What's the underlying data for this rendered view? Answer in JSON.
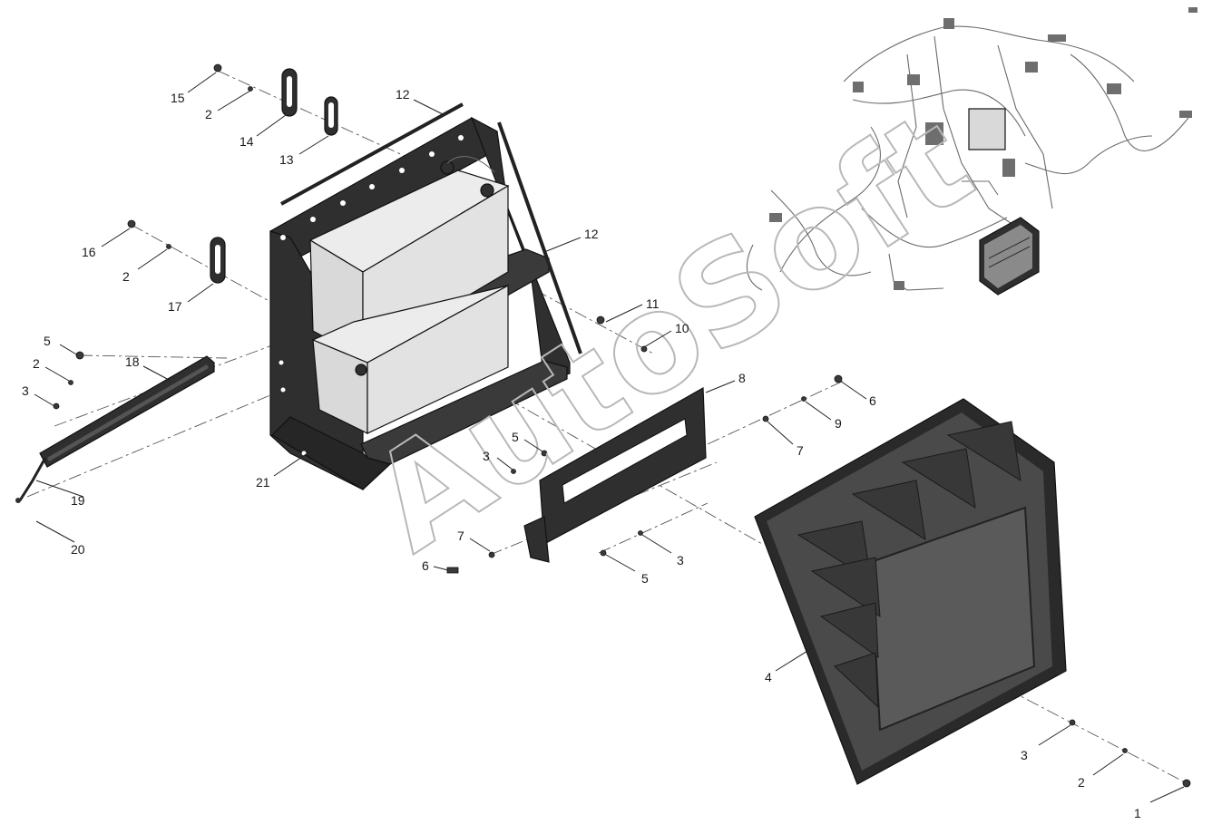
{
  "watermark": {
    "text": "AutoSoft"
  },
  "callouts": [
    {
      "id": "c15a",
      "label": "15"
    },
    {
      "id": "c2a",
      "label": "2"
    },
    {
      "id": "c14",
      "label": "14"
    },
    {
      "id": "c13",
      "label": "13"
    },
    {
      "id": "c12a",
      "label": "12"
    },
    {
      "id": "c12b",
      "label": "12"
    },
    {
      "id": "c16",
      "label": "16"
    },
    {
      "id": "c2b",
      "label": "2"
    },
    {
      "id": "c17",
      "label": "17"
    },
    {
      "id": "c11",
      "label": "11"
    },
    {
      "id": "c10",
      "label": "10"
    },
    {
      "id": "c8",
      "label": "8"
    },
    {
      "id": "c6a",
      "label": "6"
    },
    {
      "id": "c9",
      "label": "9"
    },
    {
      "id": "c7a",
      "label": "7"
    },
    {
      "id": "c5a",
      "label": "5"
    },
    {
      "id": "c2c",
      "label": "2"
    },
    {
      "id": "c3a",
      "label": "3"
    },
    {
      "id": "c18",
      "label": "18"
    },
    {
      "id": "c19",
      "label": "19"
    },
    {
      "id": "c20",
      "label": "20"
    },
    {
      "id": "c21",
      "label": "21"
    },
    {
      "id": "c5b",
      "label": "5"
    },
    {
      "id": "c3b",
      "label": "3"
    },
    {
      "id": "c7b",
      "label": "7"
    },
    {
      "id": "c6b",
      "label": "6"
    },
    {
      "id": "c3c",
      "label": "3"
    },
    {
      "id": "c5c",
      "label": "5"
    },
    {
      "id": "c4",
      "label": "4"
    },
    {
      "id": "c3d",
      "label": "3"
    },
    {
      "id": "c2d",
      "label": "2"
    },
    {
      "id": "c1",
      "label": "1"
    }
  ]
}
